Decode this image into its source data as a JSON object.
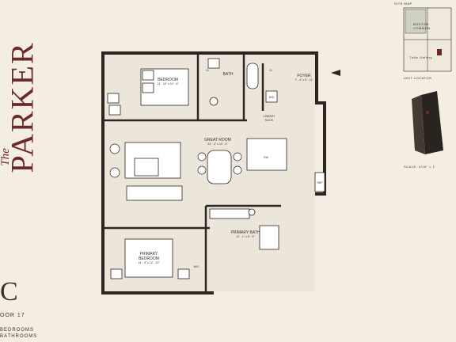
{
  "brand": {
    "the": "The",
    "name": "PARKER"
  },
  "unit": {
    "letter": "C",
    "floor": "OOR 17",
    "bedrooms": "BEDROOMS",
    "bathrooms": "BATHROOMS"
  },
  "rooms": {
    "bedroom": {
      "label": "BEDROOM",
      "dims": "14' - 10\" x 10' - 6\""
    },
    "bath": {
      "label": "BATH"
    },
    "foyer": {
      "label": "FOYER",
      "dims": "7' - 4\" x 6' - 11\""
    },
    "library": {
      "label": "LIBRARY",
      "sub": "NOOK"
    },
    "great_room": {
      "label": "GREAT ROOM",
      "dims": "24' - 4\" x 19' - 4\""
    },
    "primary_bedroom": {
      "label": "PRIMARY",
      "label2": "BEDROOM",
      "dims": "14' - 4\" x 12' - 10\""
    },
    "primary_bath": {
      "label": "PRIMARY BATH",
      "dims": "12' - 1\" x 8' - 5\""
    },
    "wic": {
      "label": "W/C"
    },
    "wd": {
      "label": "W/D"
    },
    "cl": {
      "label": "CL"
    },
    "cl2": {
      "label": "CL"
    },
    "dw": {
      "label": "DW"
    },
    "ref": {
      "label": "REF"
    }
  },
  "right_panel": {
    "site_map": "SITE MAP",
    "common": "BOSTON",
    "common2": "COMMON",
    "gallery": "Tufts Gallery",
    "unit_locator": "UNIT LOCATOR",
    "scale": "SCALE: 4/16\" = 1'"
  }
}
